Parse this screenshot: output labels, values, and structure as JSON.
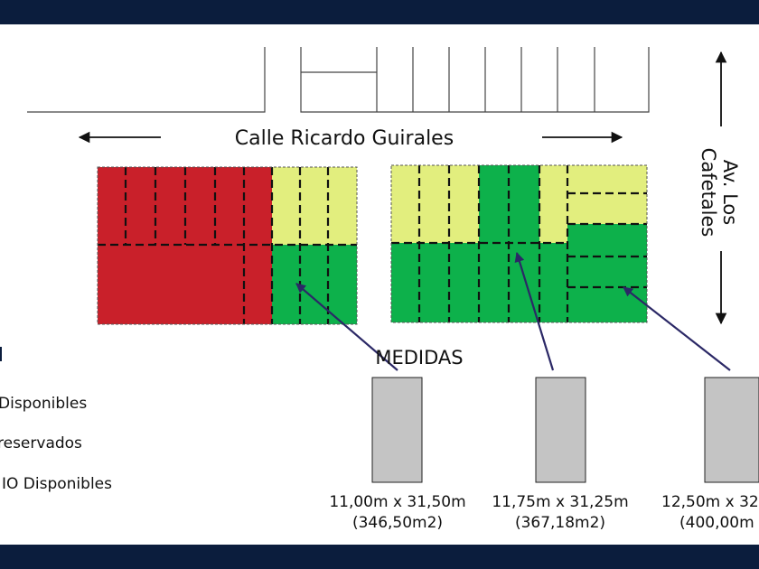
{
  "street_top": "Calle Ricardo Guirales",
  "avenue": {
    "line1": "Av. Los",
    "line2": "Cafetales"
  },
  "measures_title": "MEDIDAS",
  "legend": [
    {
      "label": "Disponibles",
      "color": "#0db14b"
    },
    {
      "label": "reservados",
      "color": "#e2ee7e"
    },
    {
      "label": "IO Disponibles",
      "color": "#c9202a"
    }
  ],
  "lot_sizes": [
    {
      "dims": "11,00m x 31,50m",
      "area": "(346,50m2)"
    },
    {
      "dims": "11,75m x 31,25m",
      "area": "(367,18m2)"
    },
    {
      "dims": "12,50m x 32",
      "area": "(400,00m"
    }
  ],
  "colors": {
    "unavailable": "#c9202a",
    "reserved": "#e2ee7e",
    "available": "#0db14b",
    "band": "#0b1d3d",
    "lot_box": "#c4c4c4",
    "pointer": "#2b2866"
  }
}
